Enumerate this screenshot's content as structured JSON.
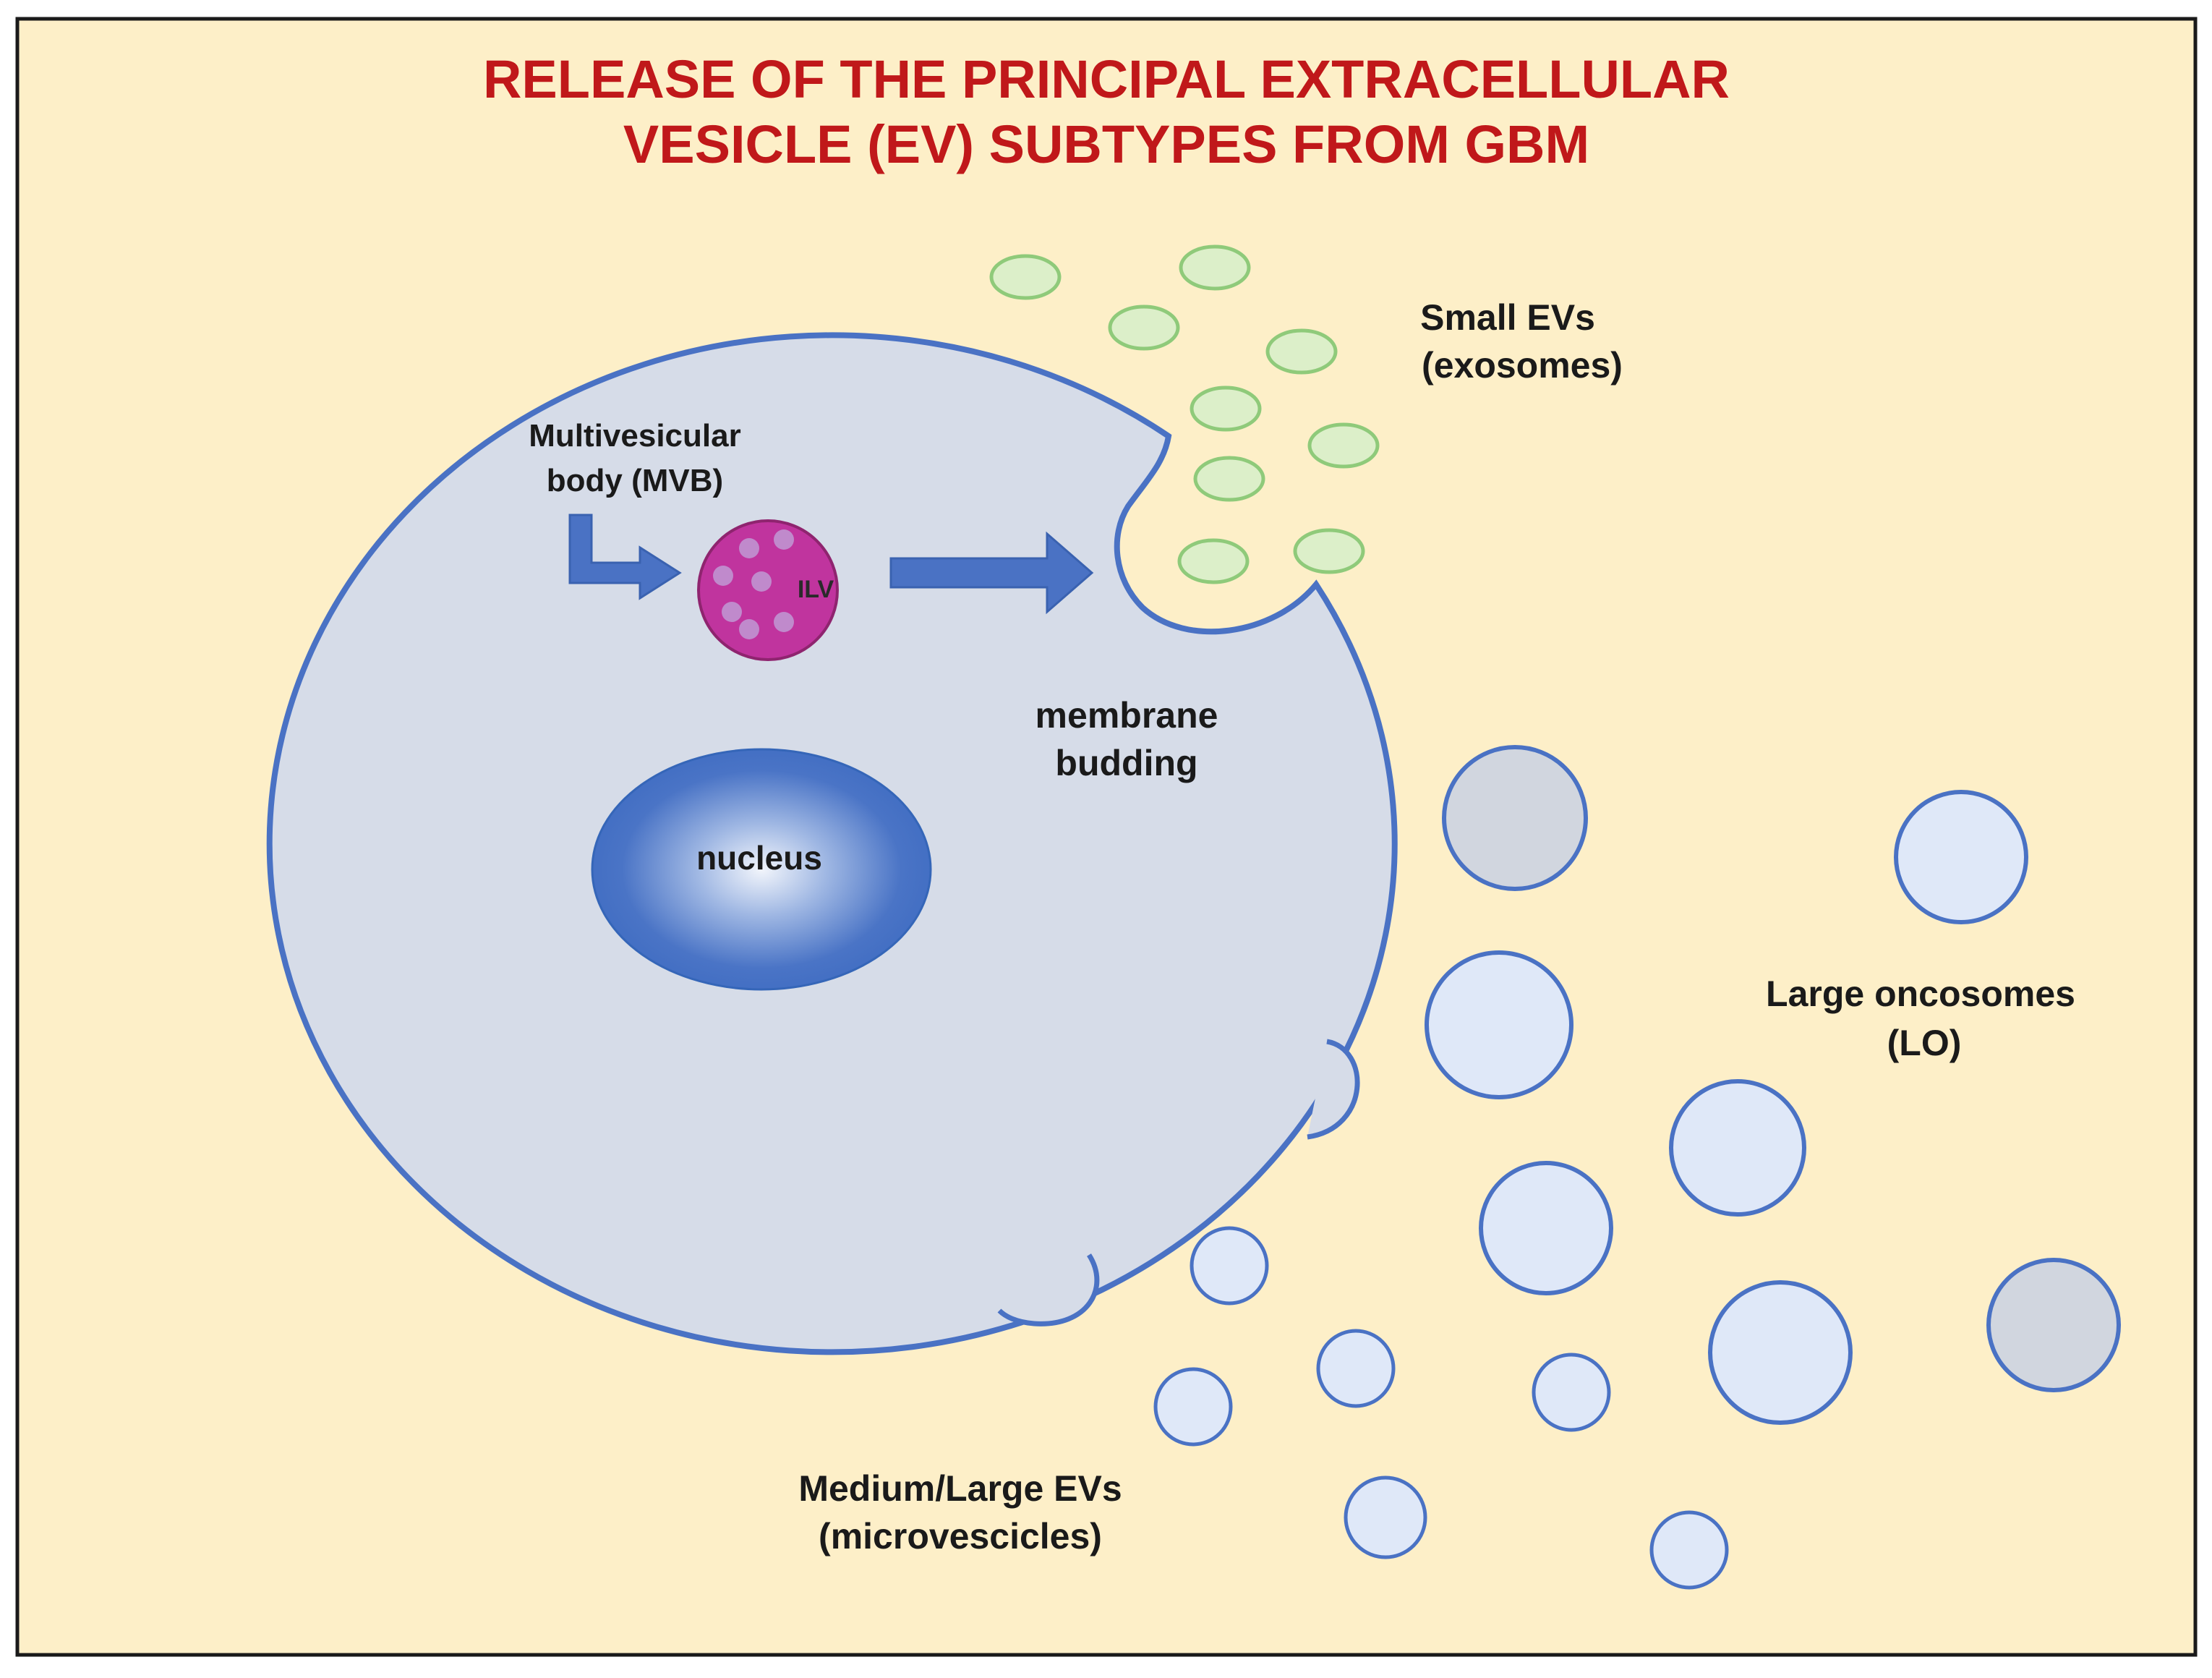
{
  "title": {
    "line1": "RELEASE OF THE PRINCIPAL EXTRACELLULAR",
    "line2": "VESICLE (EV) SUBTYPES FROM GBM"
  },
  "labels": {
    "mvb_line1": "Multivesicular",
    "mvb_line2": "body (MVB)",
    "ilv": "ILV",
    "nucleus": "nucleus",
    "budding_line1": "membrane",
    "budding_line2": "budding",
    "small_evs_line1": "Small EVs",
    "small_evs_line2": "(exosomes)",
    "large_oncosomes_line1": "Large oncosomes",
    "large_oncosomes_line2": "(LO)",
    "medium_large_line1": "Medium/Large EVs",
    "medium_large_line2": "(microvescicles)"
  },
  "colors": {
    "background": "#fdefc8",
    "frame": "#1a1a1a",
    "title": "#c0181a",
    "cell_fill": "#d6dce8",
    "cell_outline": "#4a72c4",
    "nucleus": "#3f6cc2",
    "mvb_fill": "#c0349e",
    "ilv_dot": "#c08acc",
    "arrow": "#4a72c4",
    "exosome_fill": "#dcefc9",
    "exosome_outline": "#8fca7a",
    "vesicle_fill": "#dfe8f8",
    "vesicle_gray_fill": "#d1d6df",
    "vesicle_outline": "#4a72c4"
  },
  "icons": {
    "bent_arrow": "bent-arrow-icon",
    "straight_arrow": "right-arrow-icon"
  }
}
